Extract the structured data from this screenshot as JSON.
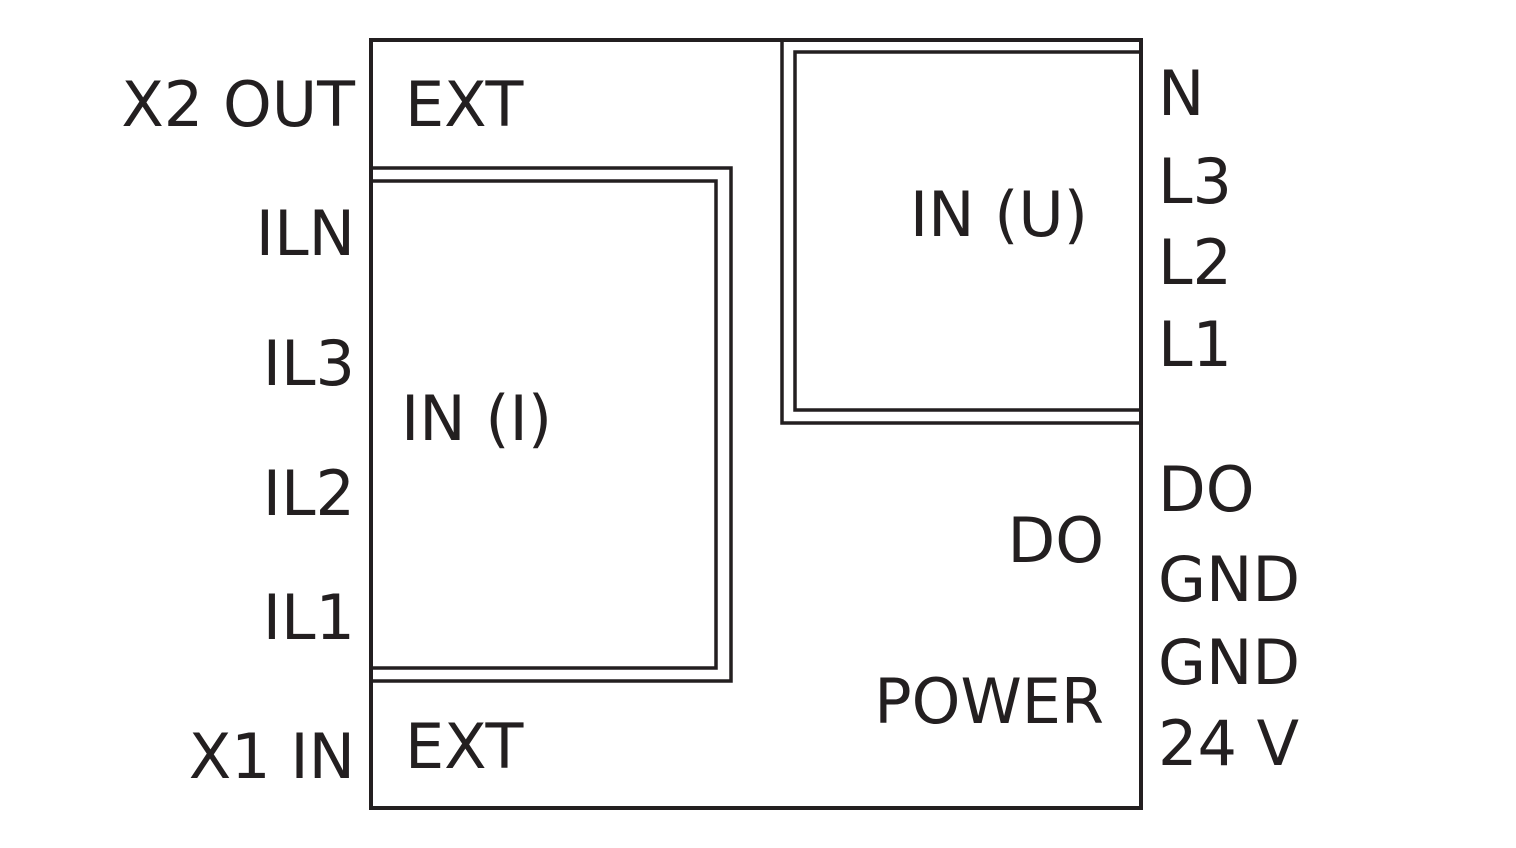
{
  "left_labels": {
    "x2_out": "X2 OUT",
    "iln": "ILN",
    "il3": "IL3",
    "il2": "IL2",
    "il1": "IL1",
    "x1_in": "X1 IN"
  },
  "inside_labels": {
    "ext_top": "EXT",
    "in_i": "IN (I)",
    "in_u": "IN (U)",
    "do": "DO",
    "power": "POWER",
    "ext_bottom": "EXT"
  },
  "right_labels": {
    "n": "N",
    "l3": "L3",
    "l2": "L2",
    "l1": "L1",
    "do": "DO",
    "gnd_1": "GND",
    "gnd_2": "GND",
    "v24": "24 V"
  },
  "colors": {
    "ink": "#231f20",
    "background": "#ffffff"
  }
}
